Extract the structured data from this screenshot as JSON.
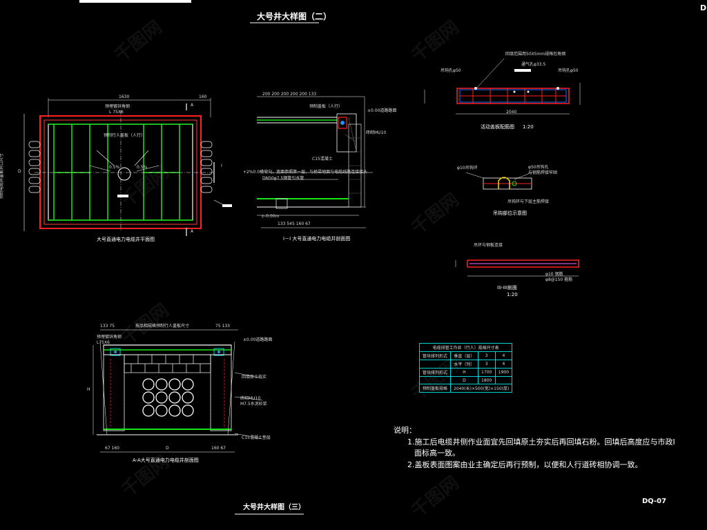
{
  "top_title": "大号井大样图（二）",
  "bottom_title": "大号井大样图（三）",
  "drawing_no": "DQ-07",
  "corner_mark": "D",
  "watermark": "千图网",
  "captions": {
    "plan": "大号直通电力电缆井平面图",
    "section_1": "I－I 大号直通电力电缆井剖面图",
    "section_a": "A-A大号直通电力电缆井剖面图",
    "lid_detail": "活动盖板配筋图",
    "lid_scale": "1:20",
    "hook_detail": "吊钩部位示意图",
    "section_3": "III-III剖面",
    "section_3_scale": "1:20"
  },
  "plan_labels": {
    "dim_top_left": "1630",
    "dim_top_right": "160",
    "angle_steel": "预埋镀锌角钢",
    "angle_spec": "L 75X6",
    "lid_label": "预制行人盖板（人行）",
    "left_dim": "预制电缆井盖板井口尺寸",
    "slope": "0.5%",
    "mark_i": "I",
    "mark_a": "A",
    "d_label": "D"
  },
  "section1_labels": {
    "dims_top": "200  200  200  200  200  133",
    "lid": "预制盖板（人行）",
    "elev": "±0.00道路路面",
    "c15": "C15混凝土",
    "wall": "砖砌MU10",
    "note_1": "+2%0.0横坡向，宽面参照第一层，与桥梁地面与电缆线路连接接头",
    "note_2": "DN50φ7.5钢管引水管",
    "elev_bottom": "±-0.00m",
    "dims_bottom": "133    545    160  67"
  },
  "sectionA_labels": {
    "dims_top": "133 75",
    "dims_top_right": "75 133",
    "lid_note": "按品相规格预制行人盖板尺寸",
    "angle": "预埋镀锌角钢",
    "angle_spec": "L75X6",
    "elev": "±0.00道路路面",
    "soil": "回填原土夯实",
    "brick": "砖砌MU10",
    "mortar": "M7.5水泥砂浆",
    "c15": "C15混凝土垫层",
    "h": "H",
    "dims_bottom_left": "67  160",
    "dim_d": "D",
    "dims_bottom_right": "160  67"
  },
  "lid_labels": {
    "top_note": "回填范围用50X5mm规格包角钢",
    "hole": "通气孔φ33.5",
    "hook_left": "吊钩孔φ50",
    "hook_right": "吊钩孔φ50",
    "width": "2040"
  },
  "hook_labels": {
    "left": "φ10吊钩环",
    "right": "φ50吊钩孔",
    "right_2": "与钢筋焊接牢固",
    "bottom": "吊钩环与下层主筋焊接"
  },
  "section3_labels": {
    "top": "吊环与钢板连接",
    "right_1": "φ10 钢筋",
    "right_2": "φ8@150 箍筋"
  },
  "table": {
    "title": "电缆排管工作井（行人）规格尺寸表",
    "rows": [
      [
        "管块排列形式",
        "垂直（层）",
        "3",
        "4"
      ],
      [
        "",
        "水平（列）",
        "3",
        "4"
      ],
      [
        "管块排列形式",
        "H",
        "1700",
        "1900"
      ],
      [
        "",
        "D",
        "1800",
        ""
      ],
      [
        "预制盖板规格",
        "2040(长)×500(宽)×150(厚)",
        "",
        ""
      ]
    ]
  },
  "notes": {
    "heading": "说明：",
    "line1": "1.施工后电缆井侧作业面宜先回填原土夯实后再回填石粉。回填后高度应与市政I",
    "line1b": "面标高一致。",
    "line2": "2.盖板表面图案由业主确定后再行预制，以便和人行道砖相协调一致。"
  }
}
